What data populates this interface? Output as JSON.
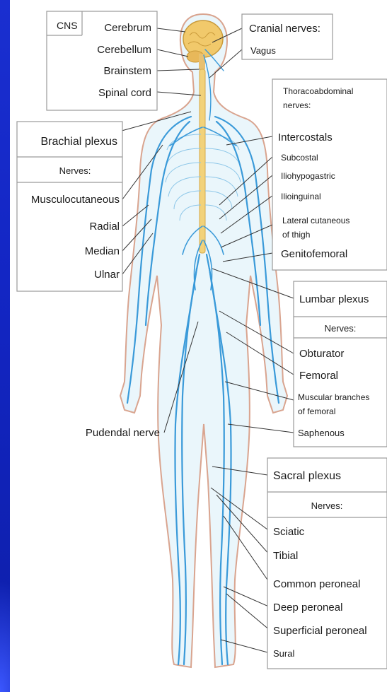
{
  "labels": {
    "cns": "CNS",
    "cerebrum": "Cerebrum",
    "cerebellum": "Cerebellum",
    "brainstem": "Brainstem",
    "spinal_cord": "Spinal cord",
    "cranial_nerves": "Cranial nerves:",
    "vagus": "Vagus",
    "thoracoabdominal_1": "Thoracoabdominal",
    "thoracoabdominal_2": "nerves:",
    "intercostals": "Intercostals",
    "subcostal": "Subcostal",
    "iliohypogastric": "Iliohypogastric",
    "ilioinguinal": "Ilioinguinal",
    "lateral_cutaneous_1": "Lateral cutaneous",
    "lateral_cutaneous_2": "of thigh",
    "genitofemoral": "Genitofemoral",
    "brachial_plexus": "Brachial plexus",
    "brachial_nerves": "Nerves:",
    "musculocutaneous": "Musculocutaneous",
    "radial": "Radial",
    "median": "Median",
    "ulnar": "Ulnar",
    "lumbar_plexus": "Lumbar plexus",
    "lumbar_nerves": "Nerves:",
    "obturator": "Obturator",
    "femoral": "Femoral",
    "muscular_branches_1": "Muscular branches",
    "muscular_branches_2": "of femoral",
    "saphenous": "Saphenous",
    "pudendal_nerve": "Pudendal nerve",
    "sacral_plexus": "Sacral plexus",
    "sacral_nerves": "Nerves:",
    "sciatic": "Sciatic",
    "tibial": "Tibial",
    "common_peroneal": "Common peroneal",
    "deep_peroneal": "Deep peroneal",
    "superficial_peroneal": "Superficial peroneal",
    "sural": "Sural"
  },
  "colors": {
    "background": "#1326c4",
    "panel": "#ffffff",
    "nerve": "#3a9ad9",
    "body_outline": "#d9a48f",
    "body_fill": "#eaf6fb",
    "spinal_cord": "#f2d27a",
    "brain": "#f1c96b"
  }
}
